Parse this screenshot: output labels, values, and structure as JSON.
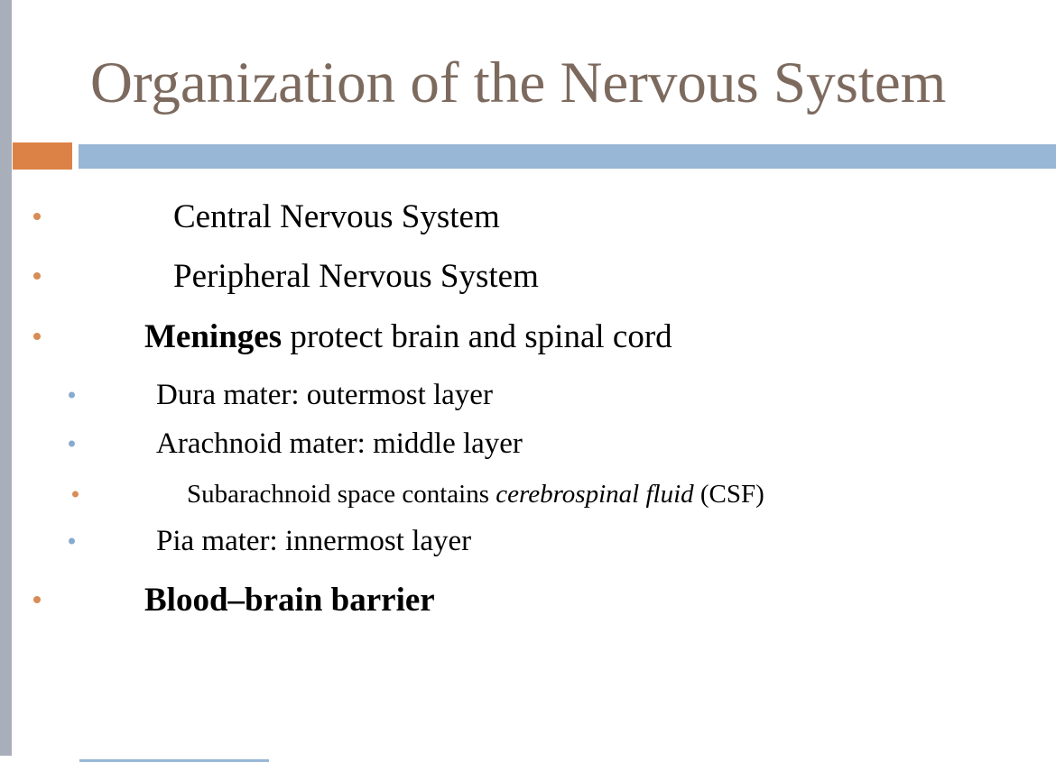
{
  "slide": {
    "title": "Organization of the Nervous System",
    "bullets": [
      {
        "level": 1,
        "bullet_icon": "orange-dot",
        "text": "Central Nervous System"
      },
      {
        "level": 1,
        "bullet_icon": "orange-dot",
        "text": "Peripheral Nervous System"
      },
      {
        "level": 1,
        "bullet_icon": "orange-dot",
        "bold": "Meninges",
        "rest": " protect brain and spinal cord"
      },
      {
        "level": 2,
        "bullet_icon": "blue-dot",
        "text": "Dura mater: outermost layer"
      },
      {
        "level": 2,
        "bullet_icon": "blue-dot",
        "text": "Arachnoid mater: middle layer"
      },
      {
        "level": 3,
        "bullet_icon": "orange-dot",
        "pre": "Subarachnoid space contains ",
        "italic": "cerebrospinal fluid",
        "post": " (CSF)"
      },
      {
        "level": 2,
        "bullet_icon": "blue-dot",
        "text": "Pia mater: innermost layer"
      },
      {
        "level": 1,
        "bullet_icon": "orange-dot",
        "bold_full": "Blood–brain barrier"
      }
    ],
    "colors": {
      "title_text": "#7d6a5e",
      "body_text": "#000000",
      "sidebar_gray": "#a9afba",
      "accent_orange": "#dd8246",
      "accent_blue": "#98b6d5",
      "bullet_orange": "#d88c55",
      "bullet_blue": "#87abce"
    }
  }
}
